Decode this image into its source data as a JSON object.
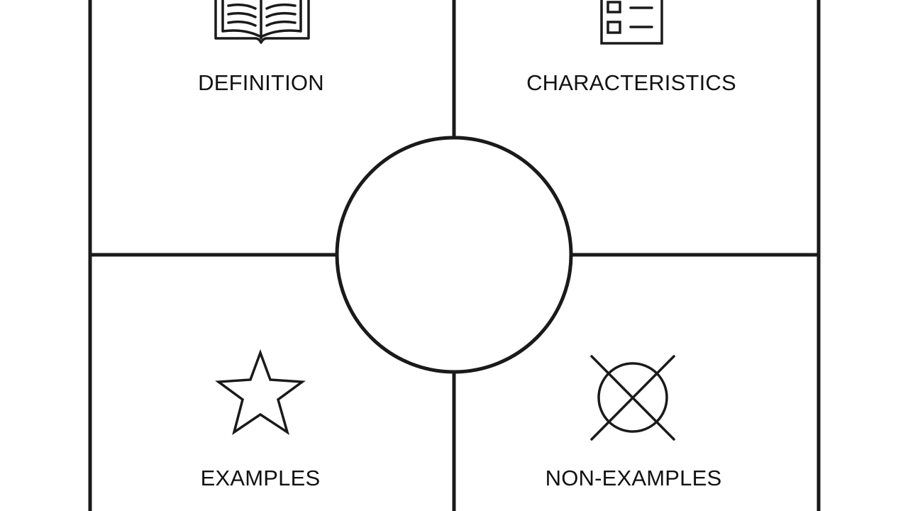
{
  "diagram": {
    "type": "frayer-model",
    "center_term": "",
    "quadrants": [
      {
        "id": "definition",
        "label": "DEFINITION",
        "icon": "open-book-icon"
      },
      {
        "id": "characteristics",
        "label": "CHARACTERISTICS",
        "icon": "checklist-icon"
      },
      {
        "id": "examples",
        "label": "EXAMPLES",
        "icon": "star-icon"
      },
      {
        "id": "non_examples",
        "label": "NON-EXAMPLES",
        "icon": "crossed-circle-icon"
      }
    ],
    "colors": {
      "line": "#1a1a1a",
      "background": "#ffffff",
      "text": "#111111"
    }
  }
}
